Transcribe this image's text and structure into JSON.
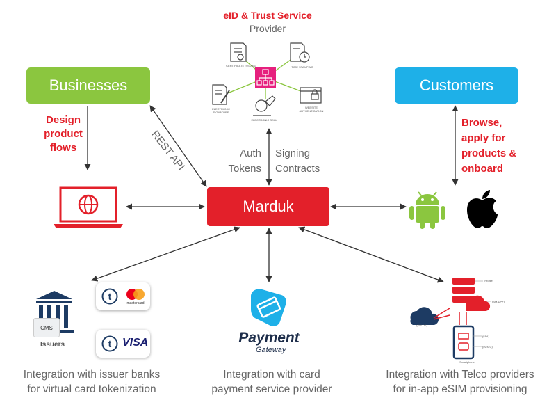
{
  "eid": {
    "title": "eID & Trust Service",
    "subtitle": "Provider",
    "services": {
      "certificate": "CERTIFICATE ISSUING",
      "timestamp": "TIME STAMPING",
      "signature": "ELECTRONIC SIGNATURE",
      "seal": "ELECTRONIC SEAL",
      "website": "WEBSITE AUTHENTICATION"
    }
  },
  "businesses": {
    "label": "Businesses",
    "note": "Design product flows"
  },
  "customers": {
    "label": "Customers",
    "note": "Browse, apply for products & onboard"
  },
  "core": {
    "label": "Marduk"
  },
  "links": {
    "rest_api": "REST API",
    "auth_tokens": "Auth Tokens",
    "signing_contracts": "Signing Contracts"
  },
  "issuers": {
    "cms": "CMS",
    "label": "Issuers",
    "card_brand": "mastercard",
    "visa": "VISA",
    "t_letter": "t"
  },
  "payment": {
    "name": "Payment",
    "sub": "Gateway"
  },
  "telco": {
    "profile": "(Profile)",
    "smdp": "(SM-DP+)",
    "smds": "(SM-DS)",
    "lpa": "(LPA)",
    "euicc": "(eUICC)",
    "smartphone": "(Smartphone)"
  },
  "captions": {
    "issuer_line1": "Integration with issuer banks",
    "issuer_line2": "for virtual card tokenization",
    "payment_line1": "Integration with card",
    "payment_line2": "payment service provider",
    "telco_line1": "Integration with Telco providers",
    "telco_line2": "for in-app eSIM provisioning"
  },
  "colors": {
    "green": "#8bc63f",
    "blue": "#1eb0e8",
    "red": "#e3202a",
    "magenta": "#e6207e",
    "navy": "#1d3b63"
  }
}
